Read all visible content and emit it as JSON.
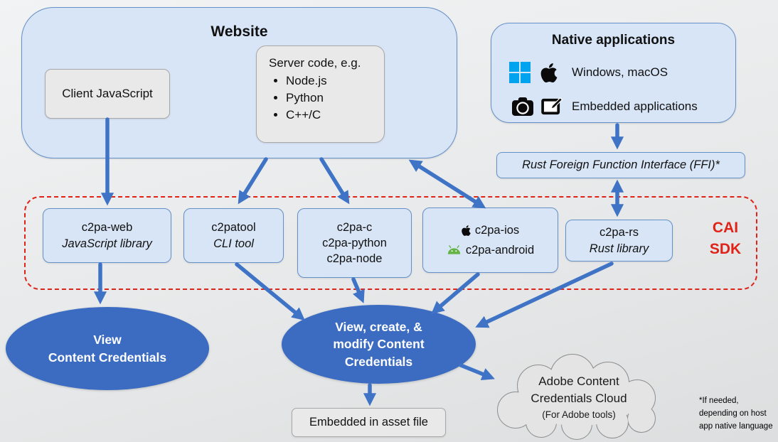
{
  "website": {
    "title": "Website",
    "client_js_label": "Client JavaScript",
    "server_code_title": "Server code, e.g.",
    "server_code_items": [
      "Node.js",
      "Python",
      "C++/C"
    ]
  },
  "native_apps": {
    "title": "Native applications",
    "desktop_label": "Windows, macOS",
    "embedded_label": "Embedded applications"
  },
  "ffi_label": "Rust Foreign Function Interface (FFI)*",
  "sdk": {
    "label_line1": "CAI",
    "label_line2": "SDK",
    "web_line1": "c2pa-web",
    "web_line2": "JavaScript library",
    "tool_line1": "c2patool",
    "tool_line2": "CLI tool",
    "c_line1": "c2pa-c",
    "c_line2": "c2pa-python",
    "c_line3": "c2pa-node",
    "ios_label": "c2pa-ios",
    "android_label": "c2pa-android",
    "rs_line1": "c2pa-rs",
    "rs_line2": "Rust library"
  },
  "outcomes": {
    "view_line1": "View",
    "view_line2": "Content Credentials",
    "modify_line1": "View, create, &",
    "modify_line2": "modify Content",
    "modify_line3": "Credentials",
    "embedded_label": "Embedded in asset file",
    "cloud_line1": "Adobe Content",
    "cloud_line2": "Credentials Cloud",
    "cloud_line3": "(For Adobe tools)"
  },
  "footnote_line1": "*If needed,",
  "footnote_line2": "depending on host",
  "footnote_line3": "app native language",
  "colors": {
    "arrow_blue": "#3e73c5",
    "accent_red": "#e02318",
    "panel_blue": "#d8e5f6",
    "ellipse_blue": "#3c6cc2",
    "windows_blue": "#00a3ee",
    "android_green": "#63b345"
  }
}
